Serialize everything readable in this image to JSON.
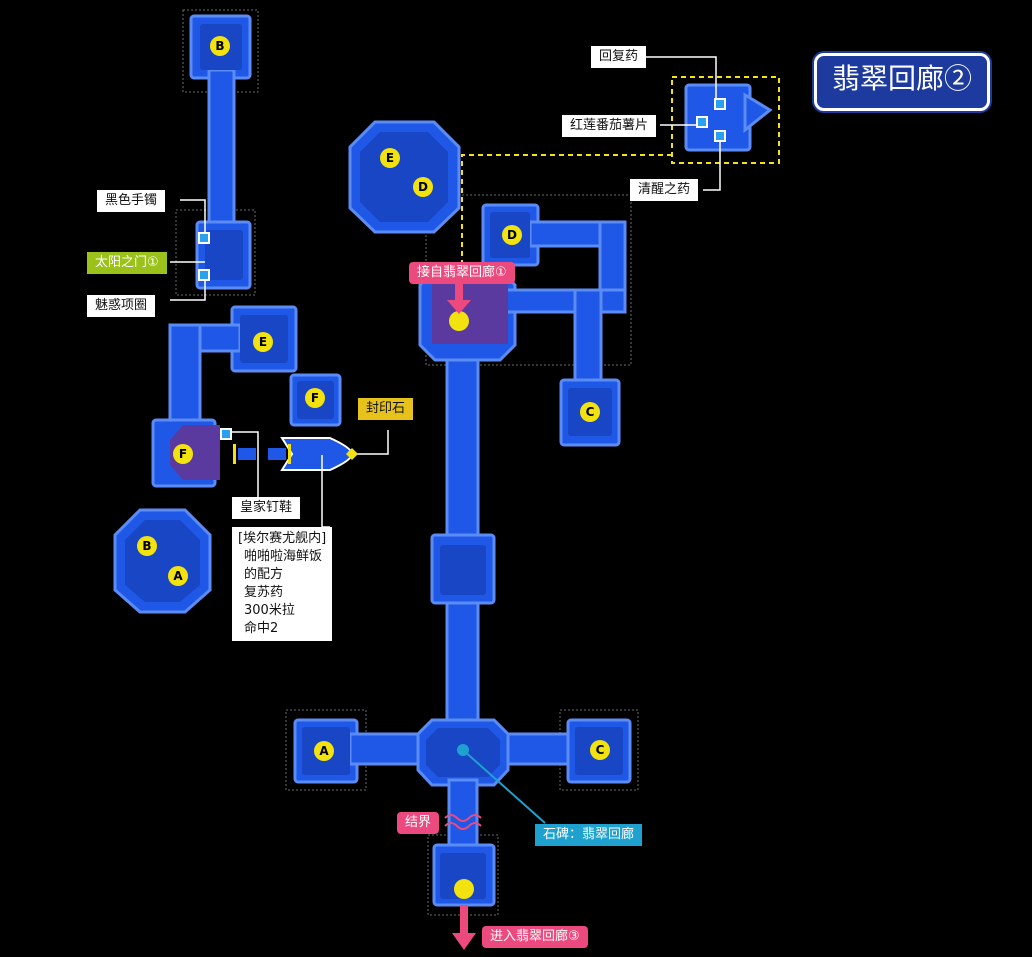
{
  "title": "翡翠回廊②",
  "room_letters": {
    "b_top": "B",
    "e_top": "E",
    "d_top": "D",
    "e_mid": "E",
    "f_small": "F",
    "f_left": "F",
    "b_left": "B",
    "a_left": "A",
    "d_right": "D",
    "c_right": "C",
    "a_cross": "A",
    "c_cross": "C"
  },
  "labels": {
    "recover_drug": "回复药",
    "red_lotus_chips": "红莲番茄薯片",
    "awake_drug": "清醒之药",
    "black_bracelet": "黑色手镯",
    "sun_gate": "太阳之门①",
    "charm_necklace": "魅惑项圈",
    "seal_stone": "封印石",
    "royal_shoes": "皇家钉鞋",
    "from_corridor": "接自翡翠回廊①",
    "barrier": "结界",
    "stele": "石碑：翡翠回廊",
    "to_corridor": "进入翡翠回廊③"
  },
  "elsir": {
    "header": "[埃尔赛尤舰内]",
    "items": [
      "啪啪啦海鲜饭",
      "的配方",
      "复苏药",
      "300米拉",
      "命中2"
    ]
  },
  "colors": {
    "room_fill": "#1f58e6",
    "room_inner": "#1846c4",
    "room_edge": "#5b8cf5",
    "purple_area": "#5a3a9e",
    "marker_yellow": "#f2e210",
    "label_pink": "#ec4a7e",
    "label_cyan": "#1ea1cf",
    "label_green": "#9ac21a",
    "label_yellow": "#e7c21a"
  }
}
